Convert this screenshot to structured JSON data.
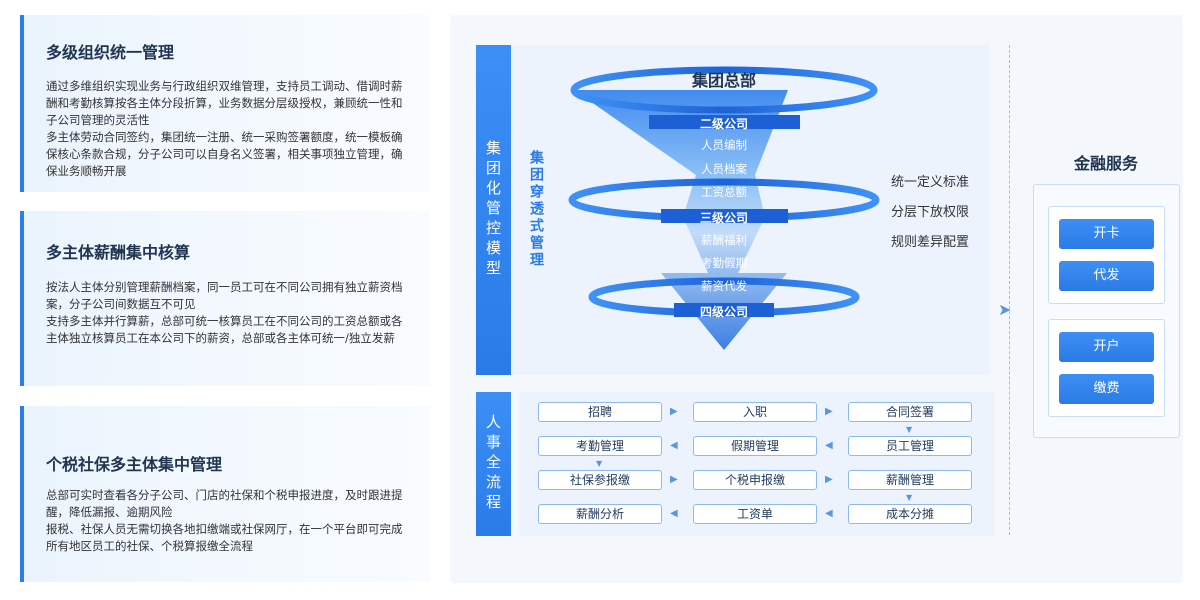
{
  "left_cards": [
    {
      "title": "多级组织统一管理",
      "paragraphs": [
        "通过多维组织实现业务与行政组织双维管理，支持员工调动、借调时薪酬和考勤核算按各主体分段折算，业务数据分层级授权，兼顾统一性和子公司管理的灵活性",
        "多主体劳动合同签约，集团统一注册、统一采购签署额度，统一模板确保核心条款合规，分子公司可以自身名义签署，相关事项独立管理，确保业务顺畅开展"
      ]
    },
    {
      "title": "多主体薪酬集中核算",
      "paragraphs": [
        "按法人主体分别管理薪酬档案，同一员工可在不同公司拥有独立薪资档案，分子公司间数据互不可见",
        "支持多主体并行算薪，总部可统一核算员工在不同公司的工资总额或各主体独立核算员工在本公司下的薪资，总部或各主体可统一/独立发薪"
      ]
    },
    {
      "title": "个税社保多主体集中管理",
      "paragraphs": [
        "总部可实时查看各分子公司、门店的社保和个税申报进度，及时跟进提醒，降低漏报、逾期风险",
        "报税、社保人员无需切换各地扣缴端或社保网厅，在一个平台即可完成所有地区员工的社保、个税算报缴全流程"
      ]
    }
  ],
  "model": {
    "bar1_label": "集团化管控模型",
    "bar2_label": "人事全流程",
    "sub_label": "集团穿透式管理",
    "funnel": {
      "top_title": "集团总部",
      "level2": "二级公司",
      "level2_items": [
        "人员编制",
        "人员档案",
        "工资总额"
      ],
      "level3": "三级公司",
      "level3_items": [
        "薪酬福利",
        "考勤假期",
        "薪资代发"
      ],
      "level4": "四级公司"
    },
    "policies": [
      "统一定义标准",
      "分层下放权限",
      "规则差异配置"
    ]
  },
  "flow": {
    "row1": [
      "招聘",
      "入职",
      "合同签署"
    ],
    "row2": [
      "考勤管理",
      "假期管理",
      "员工管理"
    ],
    "row3": [
      "社保参报缴",
      "个税申报缴",
      "薪酬管理"
    ],
    "row4": [
      "薪酬分析",
      "工资单",
      "成本分摊"
    ]
  },
  "finance": {
    "title": "金融服务",
    "group1": [
      "开卡",
      "代发"
    ],
    "group2": [
      "开户",
      "缴费"
    ]
  },
  "colors": {
    "accent": "#2a7be8",
    "title_text": "#1f3550",
    "panel_bg": "#f4f8fd"
  }
}
